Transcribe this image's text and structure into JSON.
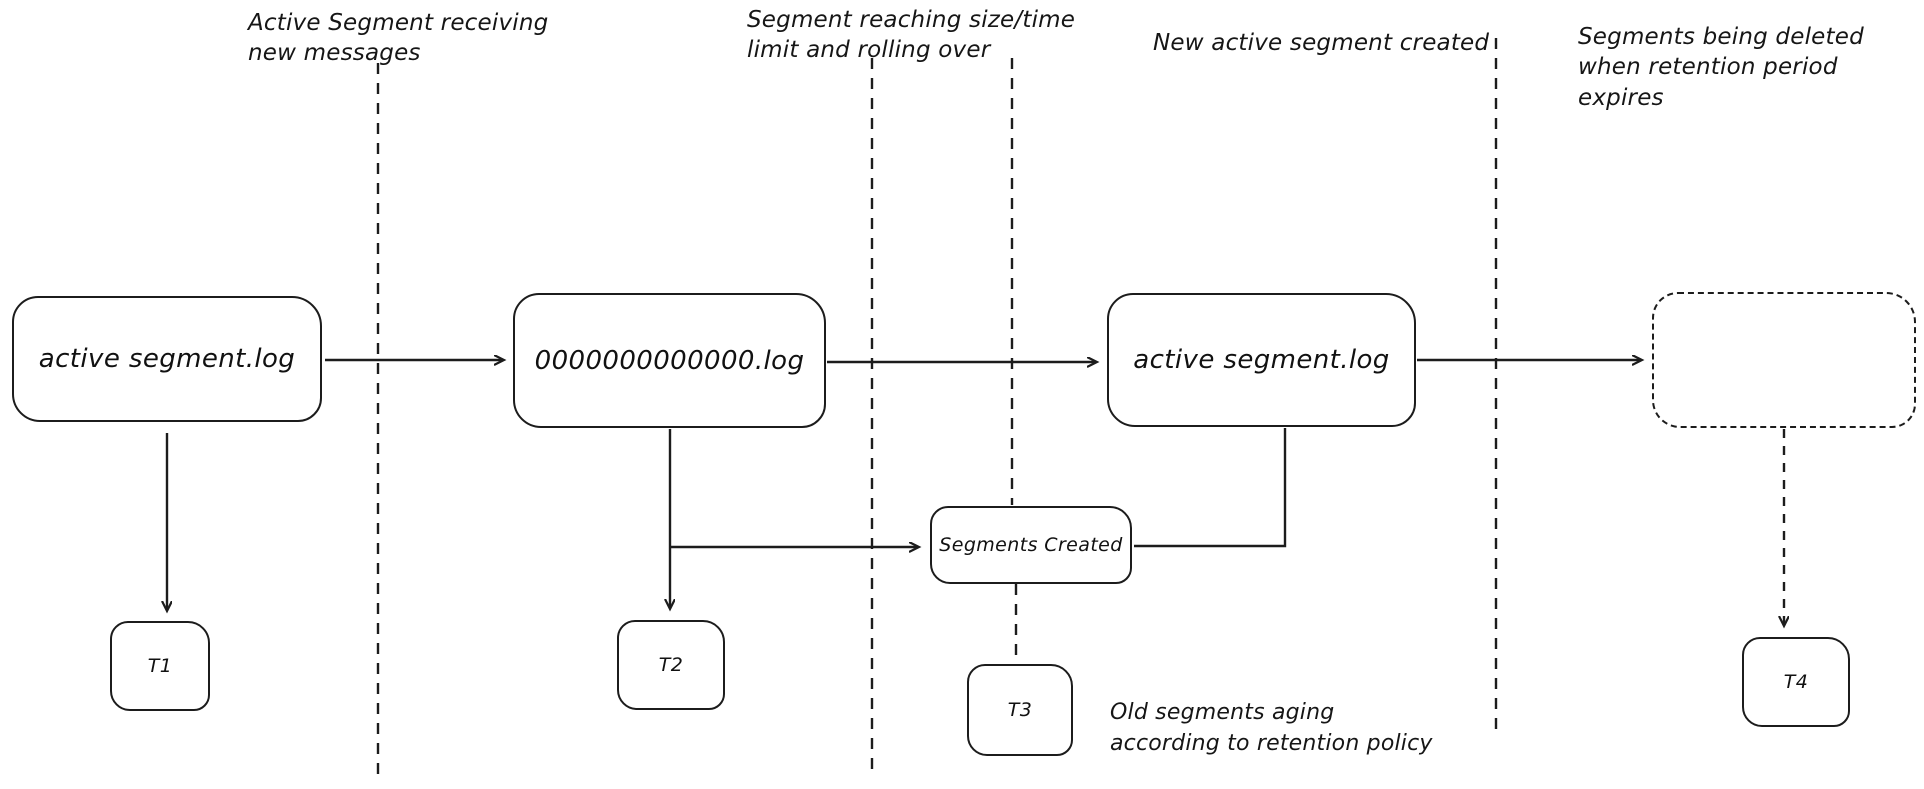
{
  "colors": {
    "stroke": "#1c1c1c",
    "background": "#ffffff"
  },
  "stages": [
    {
      "label": "Active Segment receiving\nnew messages"
    },
    {
      "label": "Segment reaching size/time\nlimit and rolling over"
    },
    {
      "label": "New active segment created"
    },
    {
      "label": "Segments being deleted\nwhen retention period expires"
    }
  ],
  "nodes": {
    "segment1": "active segment.log",
    "segment2": "0000000000000.log",
    "segment3": "active segment.log",
    "segment4_empty": "",
    "segments_created": "Segments Created",
    "t1": "T1",
    "t2": "T2",
    "t3": "T3",
    "t4": "T4"
  },
  "notes": {
    "aging": "Old segments aging\naccording to retention policy"
  }
}
